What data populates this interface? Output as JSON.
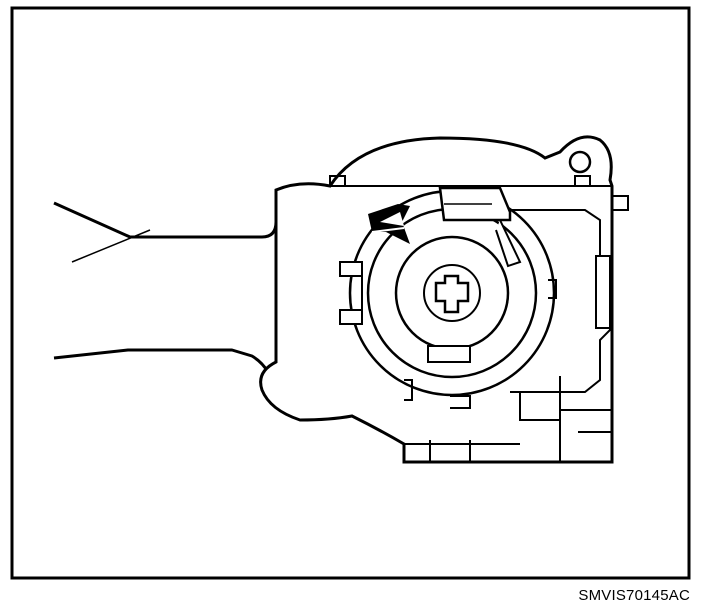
{
  "figure": {
    "reference_code": "SMVIS70145AC",
    "components": {
      "frame": "diagram-frame",
      "stalk": "combination-switch-lever",
      "body": "switch-body",
      "key_cylinder_housing": "rotor-housing",
      "center_bore": "keyed-center-hole",
      "indicator": "direction-arrow"
    }
  },
  "colors": {
    "ink": "#000000",
    "paper": "#ffffff",
    "shade": "#e9e9e9"
  }
}
